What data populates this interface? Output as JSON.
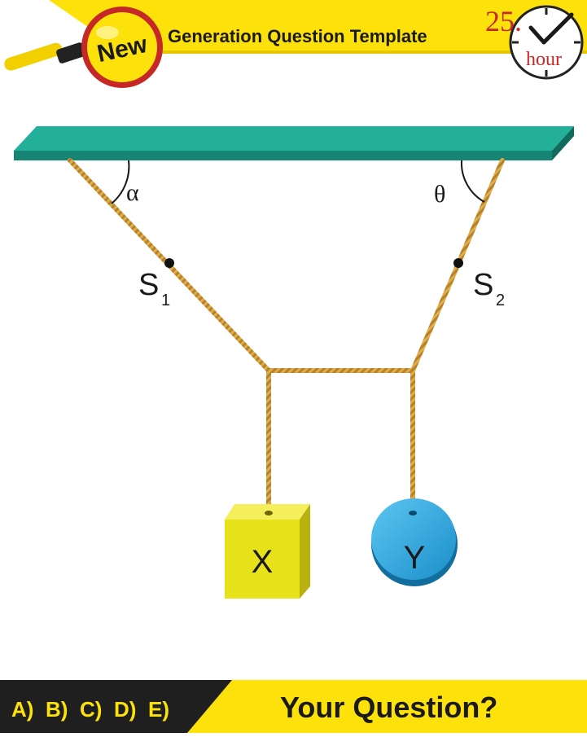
{
  "header": {
    "badge_label": "New",
    "title": "Generation Question Template",
    "number": "25.",
    "unit": "hour"
  },
  "diagram": {
    "angle_left": "α",
    "angle_right": "θ",
    "rope_label_1_main": "S",
    "rope_label_1_sub": "1",
    "rope_label_2_main": "S",
    "rope_label_2_sub": "2",
    "block_x_label": "X",
    "disc_y_label": "Y"
  },
  "footer": {
    "options": [
      "A)",
      "B)",
      "C)",
      "D)",
      "E)"
    ],
    "question": "Your Question?"
  },
  "colors": {
    "yellow": "#fde10a",
    "shelf": "#1a9a87",
    "rope": "#d9a441",
    "cube": "#e8e21a",
    "disc": "#29a9e1",
    "footer_dark": "#1f1f1f"
  }
}
